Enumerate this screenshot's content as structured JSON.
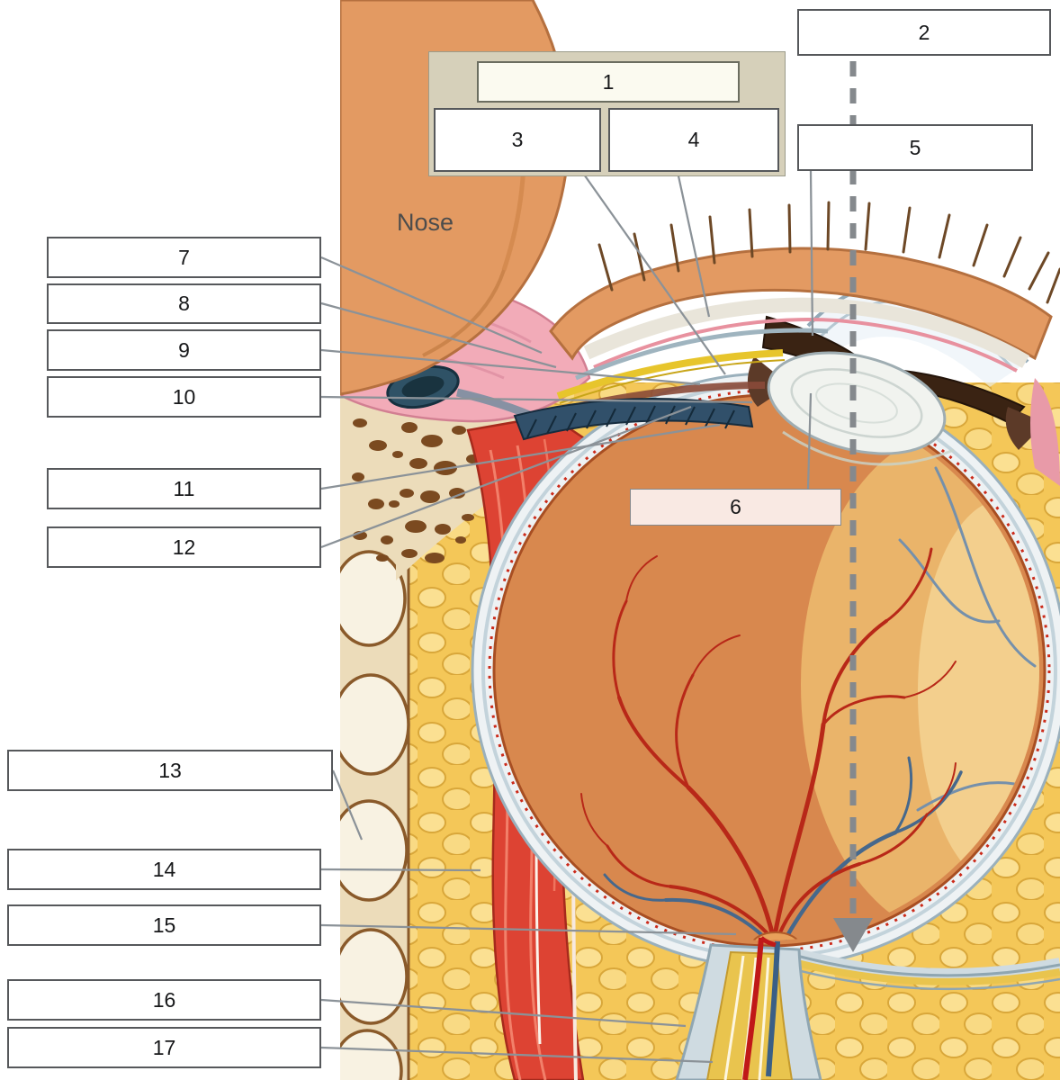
{
  "figure": {
    "nose_text": "Nose",
    "axis_color": "#85898d",
    "panel_bg": "#d6d0ba",
    "highlight_box_bg": "#f9e9e3"
  },
  "callouts": {
    "c1": "1",
    "c2": "2",
    "c3": "3",
    "c4": "4",
    "c5": "5",
    "c6": "6",
    "c7": "7",
    "c8": "8",
    "c9": "9",
    "c10": "10",
    "c11": "11",
    "c12": "12",
    "c13": "13",
    "c14": "14",
    "c15": "15",
    "c16": "16",
    "c17": "17"
  }
}
